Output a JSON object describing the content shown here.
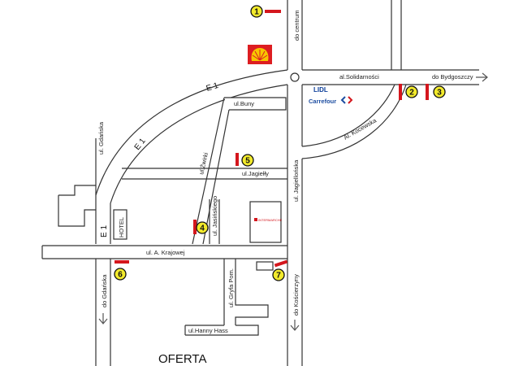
{
  "colors": {
    "billboard": "#d4161d",
    "marker_fill": "#f2ea2c",
    "lidl_blue": "#0d3f9a",
    "carrefour_blue": "#1e4ea1",
    "carrefour_red": "#d4161d",
    "shell_yellow": "#f7c600",
    "shell_red": "#dd1d21",
    "road_stroke": "#333333"
  },
  "markers": [
    "1",
    "2",
    "3",
    "4",
    "5",
    "6",
    "7"
  ],
  "streets": {
    "do_centrum": "do centrum",
    "al_solidarnosci": "al.Solidarności",
    "do_bydgoszczy": "do Bydgoszczy",
    "ul_gdanska": "ul. Gdańska",
    "e1_upper": "E 1",
    "e1_middle": "E 1",
    "e1_lower": "E 1",
    "ul_buny": "ul.Buny",
    "ul_zwirki": "ul.Żwirki",
    "ul_jagielly": "ul.Jagiełły",
    "ul_jagiellonska": "ul. Jagiellońska",
    "al_kocewska": "Al. Kocewska",
    "ul_jasinskiego": "ul. Jasińskiego",
    "ul_a_krajowej": "ul. A. Krajowej",
    "hotel": "HOTEL",
    "ul_gryfa_pom": "ul. Gryfa Pom.",
    "ul_hanny_hass": "ul.Hanny Hass",
    "do_gdanska": "do Gdańska",
    "do_koscierzyny": "do Kościerzyny"
  },
  "brands": {
    "lidl": "LIDL",
    "carrefour": "Carrefour",
    "intermarche": "INTERMARCHE"
  },
  "footer_title": "OFERTA"
}
